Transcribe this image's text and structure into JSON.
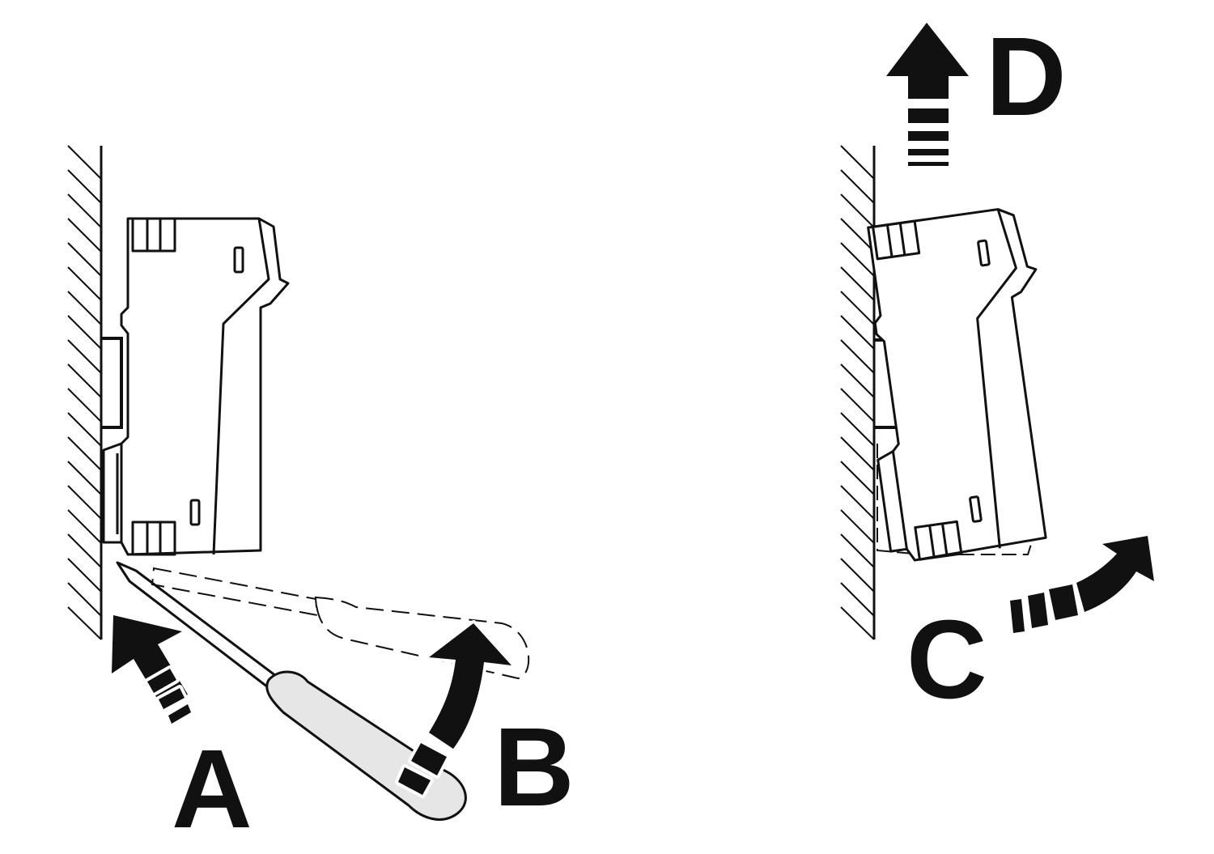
{
  "diagram": {
    "panels": [
      {
        "id": "left",
        "description_labels": [
          "A",
          "B"
        ]
      },
      {
        "id": "right",
        "description_labels": [
          "C",
          "D"
        ]
      }
    ],
    "labels": {
      "a": "A",
      "b": "B",
      "c": "C",
      "d": "D"
    },
    "colors": {
      "ink": "#111111",
      "tool_handle": "#e6e6e6",
      "background": "#ffffff"
    }
  }
}
